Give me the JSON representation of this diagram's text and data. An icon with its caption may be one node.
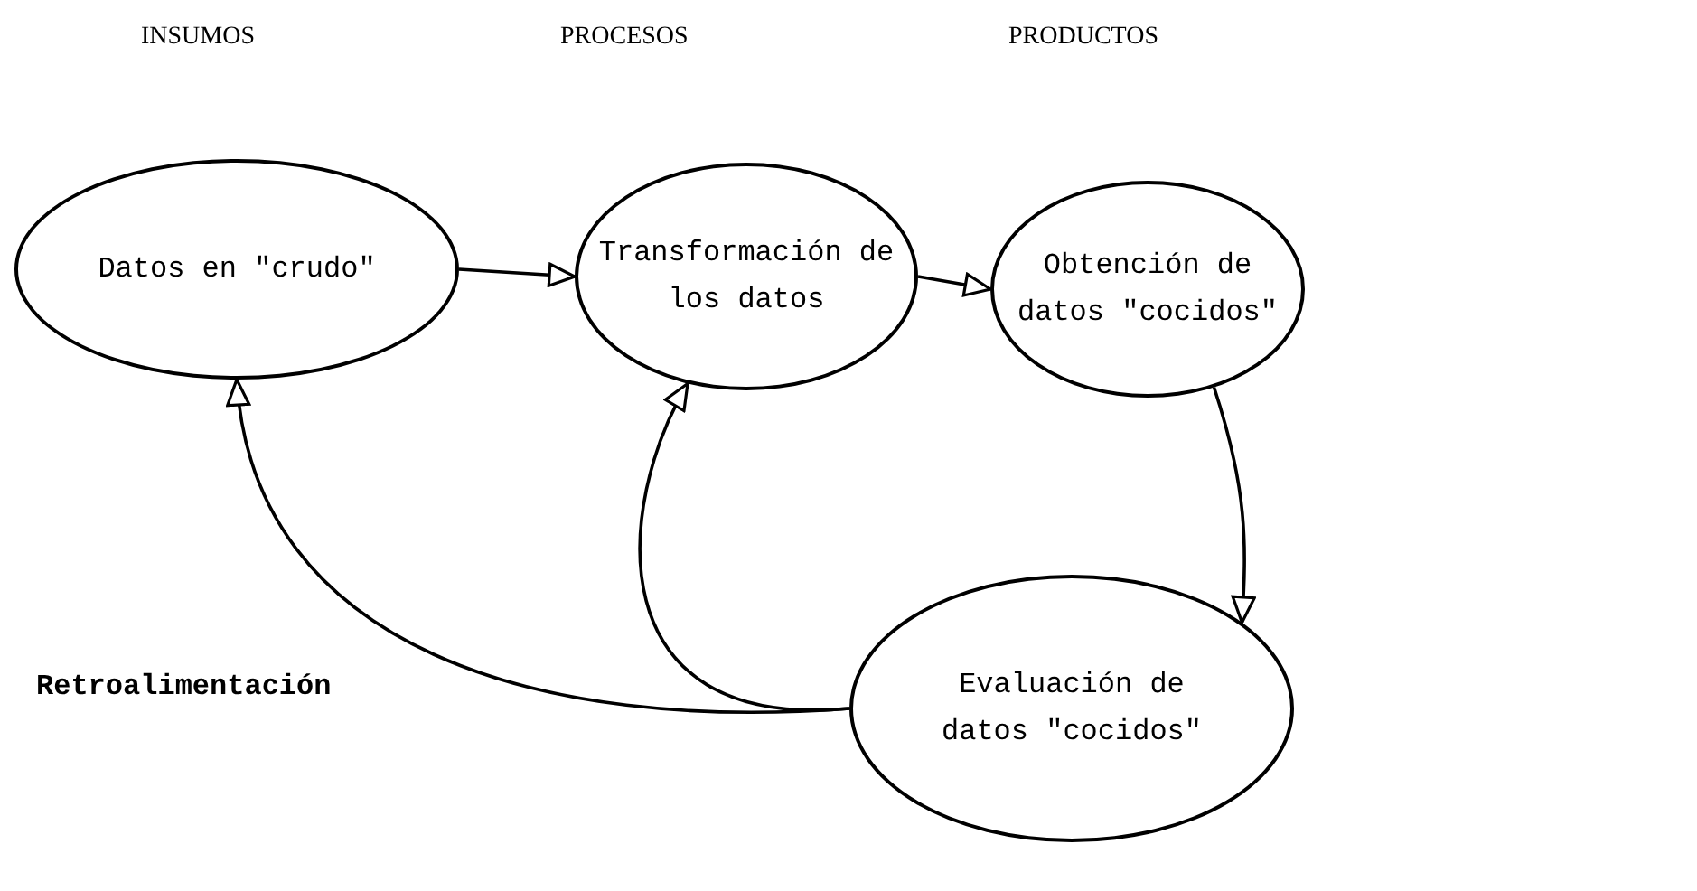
{
  "diagram": {
    "nodes": [
      {
        "text": [
          "Datos en \"crudo\""
        ]
      },
      {
        "text": [
          "Transformación de los datos"
        ]
      },
      {
        "text": [
          "Obtención de datos \"cocidos\""
        ]
      },
      {
        "text": [
          "Evaluación de datos \"cocidos\""
        ]
      }
    ],
    "edges": [
      {
        "from": 0,
        "to": 1,
        "arrow": "to"
      },
      {
        "from": 1,
        "to": 2,
        "arrow": "to"
      },
      {
        "from": 2,
        "to": 3,
        "arrow": "to"
      },
      {
        "from": 3,
        "to": 0,
        "arrow": "to"
      },
      {
        "from": 3,
        "to": 1,
        "arrow": "to"
      }
    ],
    "labels": [
      "INSUMOS",
      "PROCESOS",
      "PRODUCTOS",
      "Retroalimentación"
    ]
  }
}
